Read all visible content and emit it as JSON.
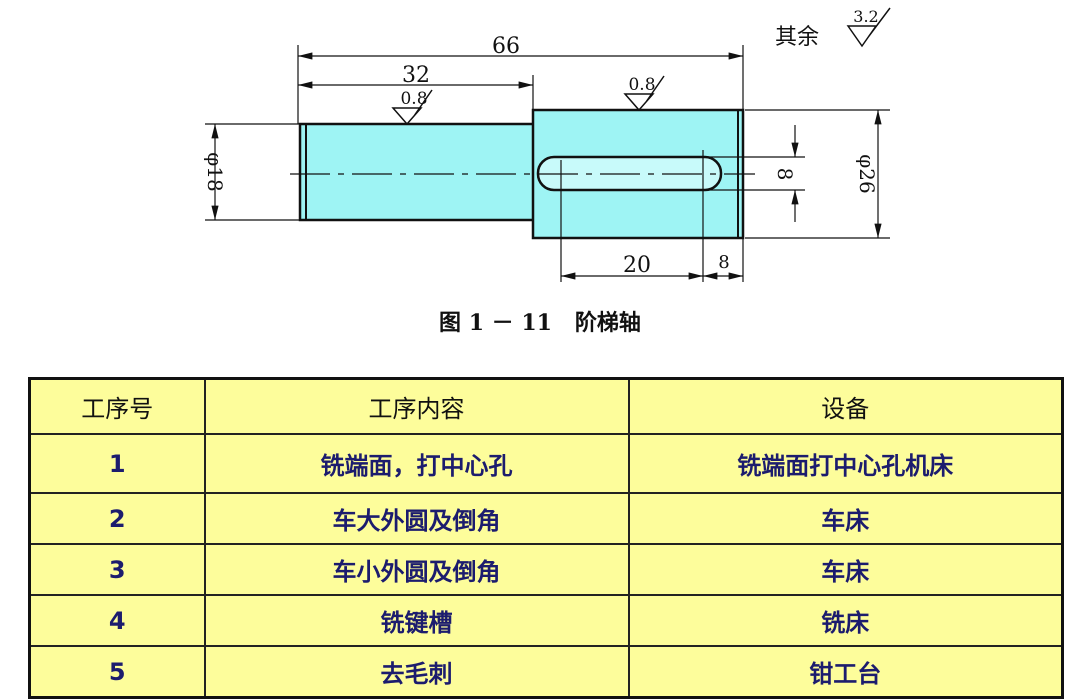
{
  "drawing": {
    "roughness_note": "其余",
    "roughness_rest": "3.2",
    "roughness_small": "0.8",
    "roughness_large": "0.8",
    "dim_total": "66",
    "dim_small_len": "32",
    "dim_small_dia": "φ18",
    "dim_large_dia": "φ26",
    "dim_key_width": "8",
    "dim_key_len": "20",
    "dim_key_offset": "8",
    "caption": "图 1 － 11   阶梯轴",
    "colors": {
      "part": "#9ef4f4",
      "line": "#111111"
    }
  },
  "table": {
    "headers": [
      "工序号",
      "工序内容",
      "设备"
    ],
    "rows": [
      [
        "1",
        "铣端面，打中心孔",
        "铣端面打中心孔机床"
      ],
      [
        "2",
        "车大外圆及倒角",
        "车床"
      ],
      [
        "3",
        "车小外圆及倒角",
        "车床"
      ],
      [
        "4",
        "铣键槽",
        "铣床"
      ],
      [
        "5",
        "去毛刺",
        "钳工台"
      ]
    ],
    "colors": {
      "background": "#fdfd9b",
      "body_text": "#1c1c6e"
    }
  }
}
